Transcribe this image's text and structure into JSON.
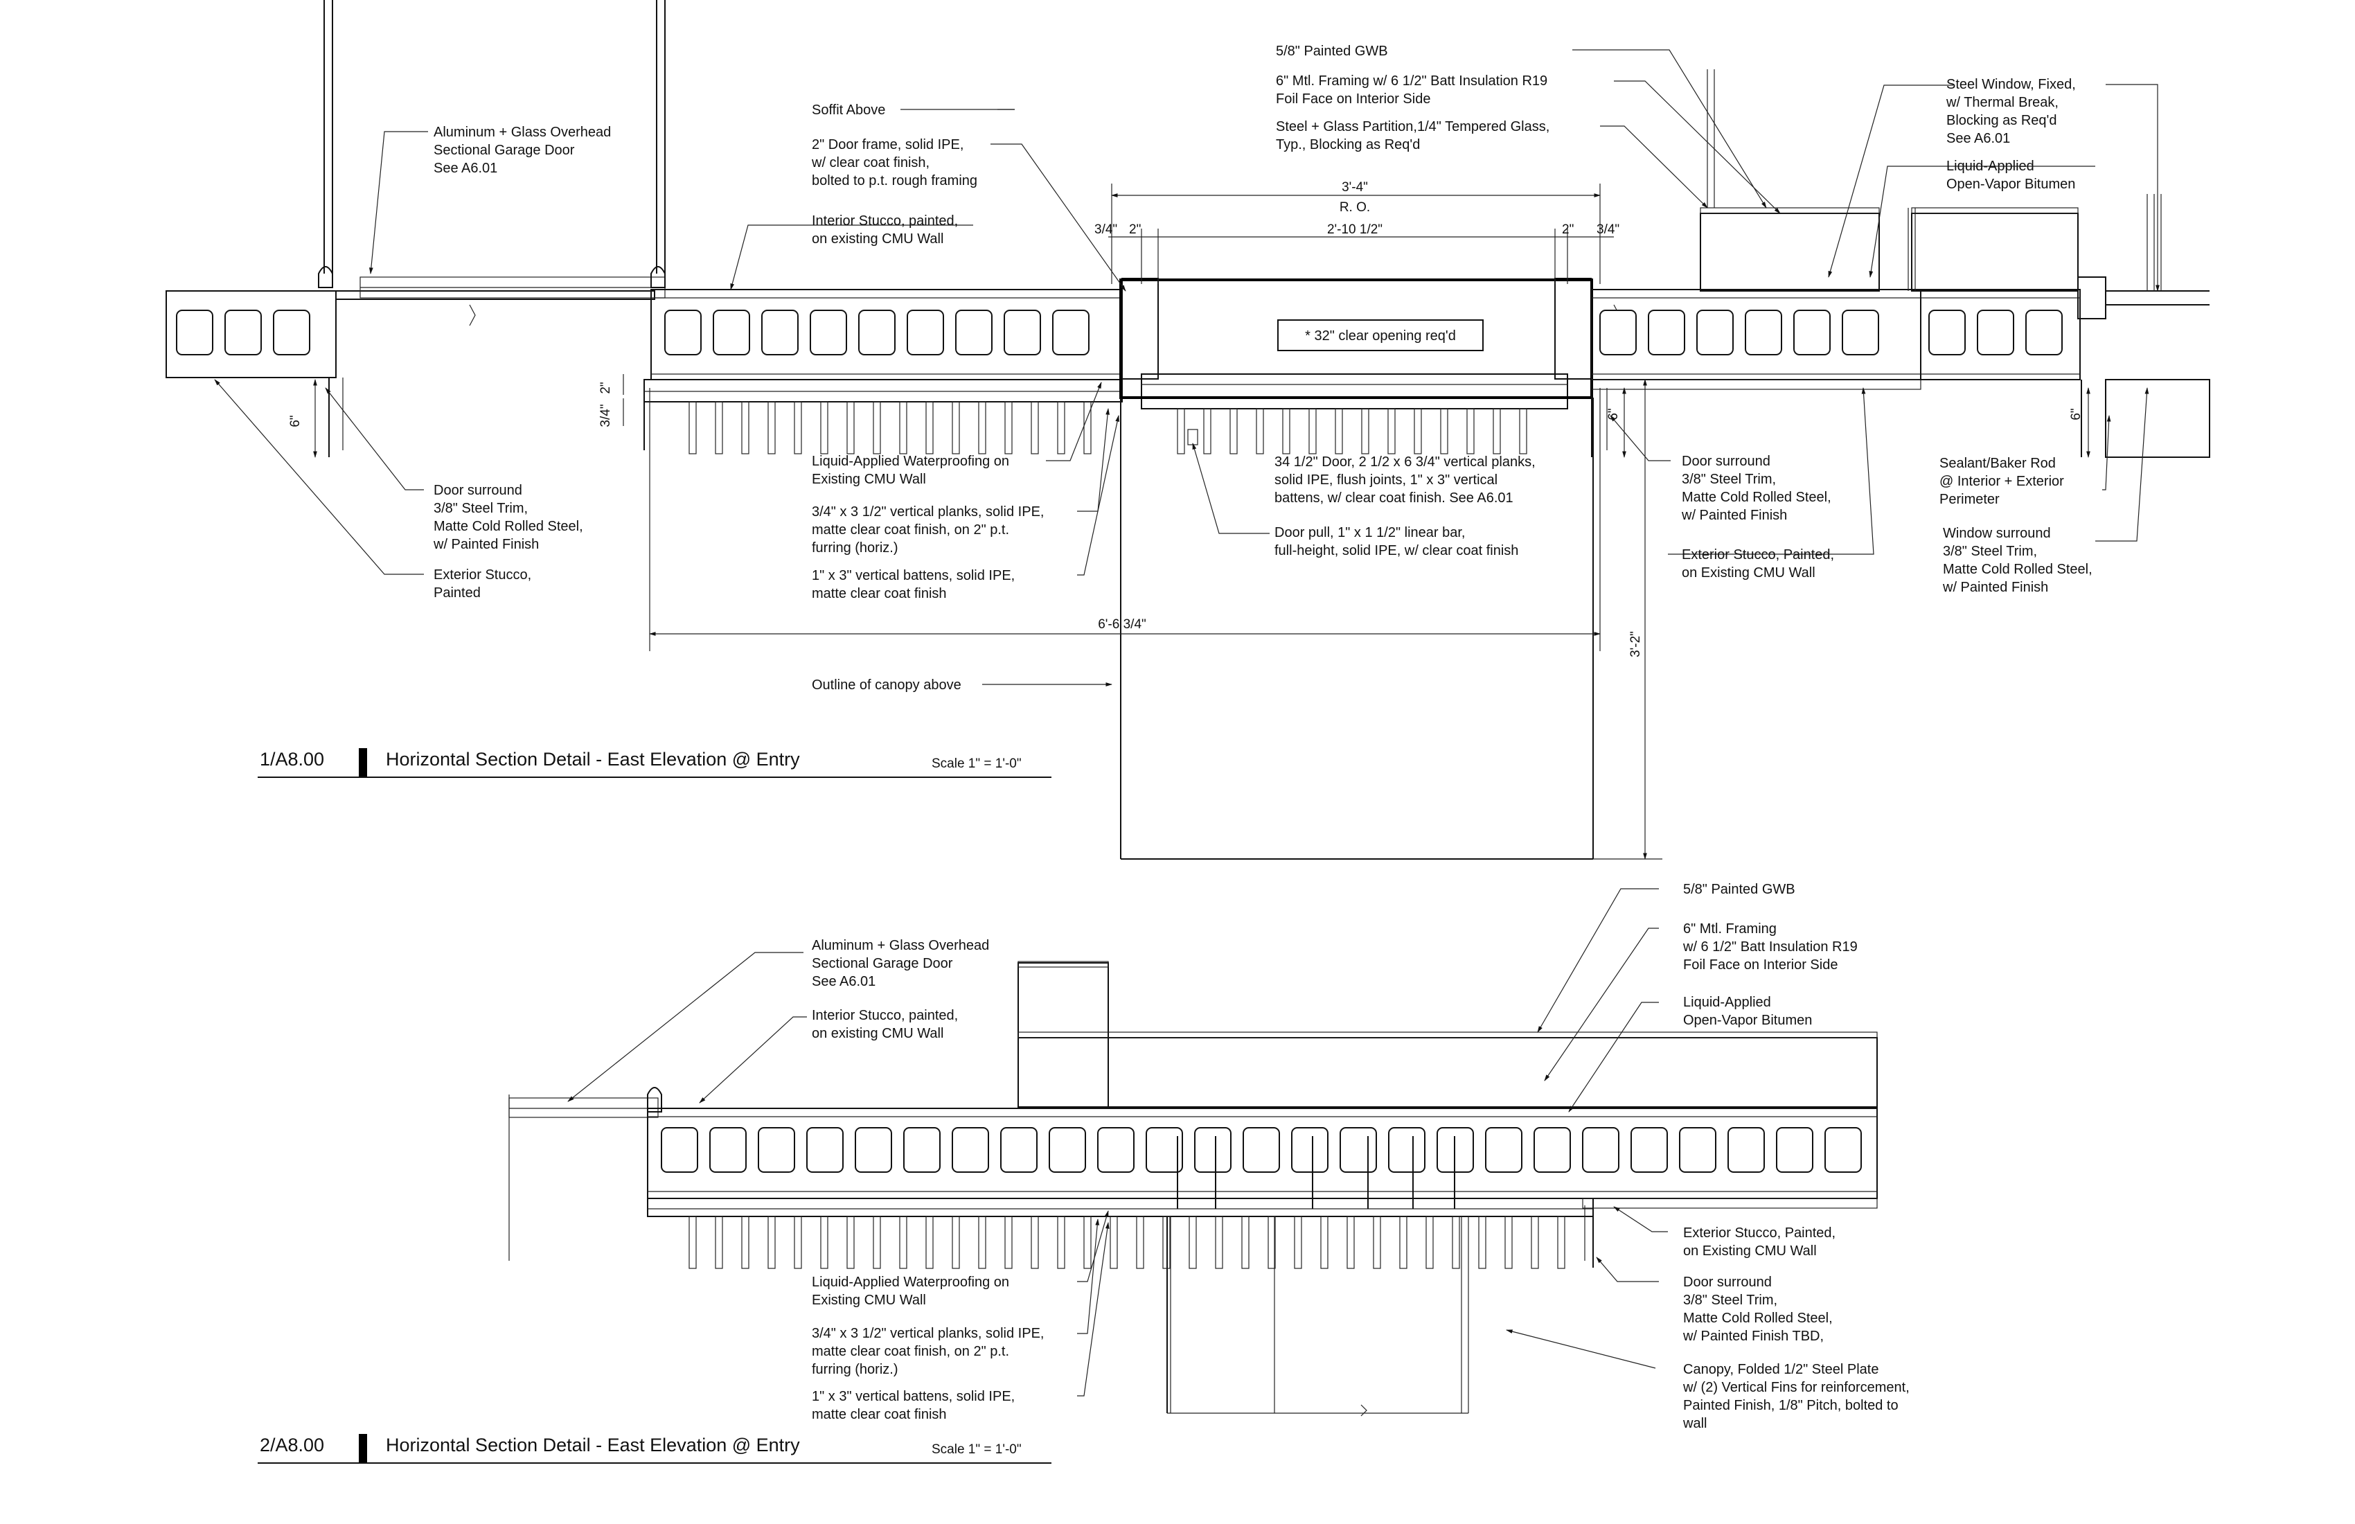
{
  "detail1": {
    "number": "1/A8.00",
    "title": "Horizontal Section Detail - East Elevation @ Entry",
    "scale": "Scale  1\" = 1'-0\"",
    "notes": {
      "garage_door": [
        "Aluminum + Glass Overhead",
        "Sectional Garage Door",
        "See A6.01"
      ],
      "soffit": [
        "Soffit Above"
      ],
      "door_frame": [
        "2\" Door frame, solid IPE,",
        "w/ clear coat finish,",
        "bolted to p.t. rough framing"
      ],
      "interior_stucco": [
        "Interior Stucco, painted,",
        "on existing CMU Wall"
      ],
      "gwb": [
        "5/8\" Painted GWB"
      ],
      "mtl_framing": [
        "6\" Mtl. Framing w/ 6 1/2\" Batt Insulation R19",
        "Foil Face on Interior Side"
      ],
      "partition": [
        "Steel + Glass Partition,1/4\" Tempered Glass,",
        "Typ., Blocking as Req'd"
      ],
      "steel_window": [
        "Steel Window, Fixed,",
        "w/ Thermal Break,",
        "Blocking as Req'd",
        "See A6.01"
      ],
      "bitumen": [
        "Liquid-Applied",
        "Open-Vapor Bitumen"
      ],
      "waterproofing": [
        "Liquid-Applied Waterproofing on",
        "Existing CMU Wall"
      ],
      "planks": [
        "3/4\" x 3 1/2\" vertical planks, solid IPE,",
        "matte clear coat finish, on 2\" p.t.",
        "furring (horiz.)"
      ],
      "battens": [
        "1\" x 3\" vertical battens, solid IPE,",
        "matte clear coat finish"
      ],
      "door": [
        "34 1/2\" Door, 2 1/2 x 6 3/4\" vertical planks,",
        "solid IPE, flush joints, 1\" x 3\" vertical",
        "battens, w/ clear coat finish. See A6.01"
      ],
      "door_pull": [
        "Door pull, 1\" x 1 1/2\" linear bar,",
        "full-height, solid IPE, w/ clear coat finish"
      ],
      "door_surround_left": [
        "Door surround",
        "3/8\" Steel Trim,",
        "Matte Cold Rolled Steel,",
        "w/ Painted Finish"
      ],
      "ext_stucco_left": [
        "Exterior Stucco,",
        "Painted"
      ],
      "door_surround_right": [
        "Door surround",
        "3/8\"  Steel Trim,",
        "Matte Cold Rolled Steel,",
        "w/ Painted Finish"
      ],
      "ext_stucco_right": [
        "Exterior Stucco, Painted,",
        "on Existing CMU Wall"
      ],
      "sealant": [
        "Sealant/Baker Rod",
        "@ Interior + Exterior",
        "Perimeter"
      ],
      "window_surround": [
        "Window surround",
        "3/8\"  Steel Trim,",
        "Matte Cold Rolled Steel,",
        "w/ Painted Finish"
      ],
      "canopy_outline": [
        "Outline of canopy above"
      ],
      "clear_opening": "* 32\" clear opening req'd"
    },
    "dims": {
      "ro_width": "3'-4\"",
      "ro": "R. O.",
      "left_34": "3/4\"",
      "left_2": "2\"",
      "clear_width": "2'-10 1/2\"",
      "right_2": "2\"",
      "right_34": "3/4\"",
      "overall": "6'-6 3/4\"",
      "canopy_depth": "3'-2\"",
      "six_a": "6\"",
      "two": "2\"",
      "three_quarter": "3/4\"",
      "six_b": "6\"",
      "six_c": "6\""
    }
  },
  "detail2": {
    "number": "2/A8.00",
    "title": "Horizontal Section Detail - East Elevation @ Entry",
    "scale": "Scale  1\" = 1'-0\"",
    "notes": {
      "garage_door": [
        "Aluminum + Glass Overhead",
        "Sectional Garage Door",
        "See A6.01"
      ],
      "interior_stucco": [
        "Interior Stucco, painted,",
        "on existing CMU Wall"
      ],
      "waterproofing": [
        "Liquid-Applied Waterproofing on",
        "Existing CMU Wall"
      ],
      "planks": [
        "3/4\" x 3 1/2\" vertical planks, solid IPE,",
        "matte clear coat finish, on 2\" p.t.",
        "furring (horiz.)"
      ],
      "battens": [
        "1\" x 3\" vertical battens, solid IPE,",
        "matte clear coat finish"
      ],
      "gwb": [
        "5/8\" Painted GWB"
      ],
      "mtl_framing": [
        "6\" Mtl. Framing",
        "w/ 6 1/2\" Batt Insulation R19",
        "Foil Face on Interior Side"
      ],
      "bitumen": [
        "Liquid-Applied",
        "Open-Vapor Bitumen"
      ],
      "ext_stucco": [
        "Exterior Stucco, Painted,",
        "on Existing CMU Wall"
      ],
      "door_surround": [
        "Door surround",
        "3/8\"  Steel Trim,",
        "Matte Cold Rolled Steel,",
        "w/ Painted Finish TBD,"
      ],
      "canopy": [
        "Canopy, Folded 1/2\" Steel Plate",
        "w/ (2) Vertical Fins for reinforcement,",
        "Painted Finish, 1/8\" Pitch, bolted to",
        "wall"
      ]
    }
  }
}
